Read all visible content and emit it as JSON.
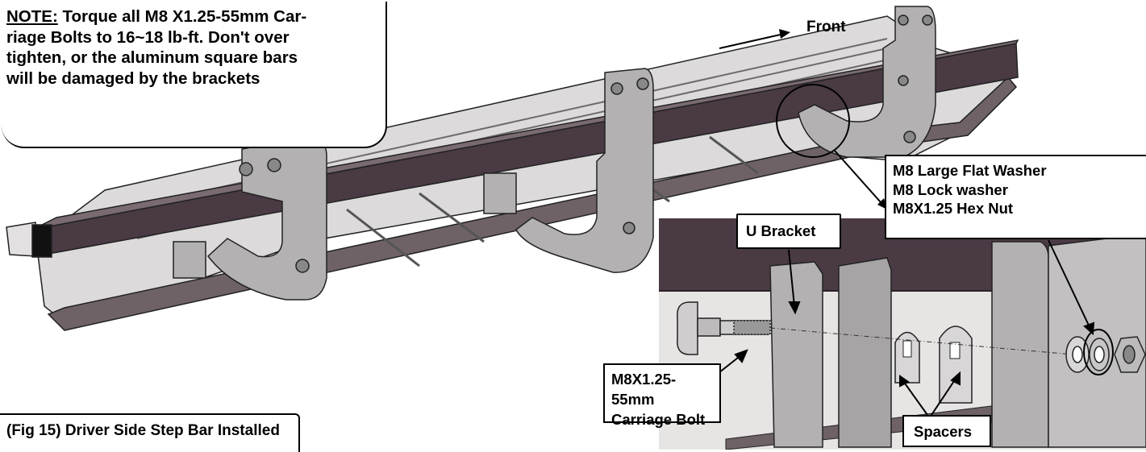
{
  "note": {
    "label": "NOTE:",
    "lines": [
      "Torque all M8 X1.25-55mm Car-",
      "riage Bolts to 16~18 lb-ft. Don't over",
      "tighten, or the aluminum square bars",
      "will be damaged by the brackets"
    ]
  },
  "front_label": "Front",
  "callouts": {
    "washer_lines": [
      "M8 Large Flat Washer",
      "M8 Lock washer",
      "M8X1.25 Hex Nut"
    ],
    "u_bracket": "U Bracket",
    "bolt_lines": [
      "M8X1.25-55mm",
      "Carriage Bolt"
    ],
    "spacers": "Spacers"
  },
  "caption": "(Fig 15) Driver Side Step Bar Installed",
  "colors": {
    "bar_dark": "#4a3a44",
    "bar_edge": "#2b2128",
    "bracket_grey": "#b3b1b1",
    "bracket_shadow": "#8f8d8d",
    "detail_bg": "#e7e5e4",
    "outline": "#000000"
  }
}
